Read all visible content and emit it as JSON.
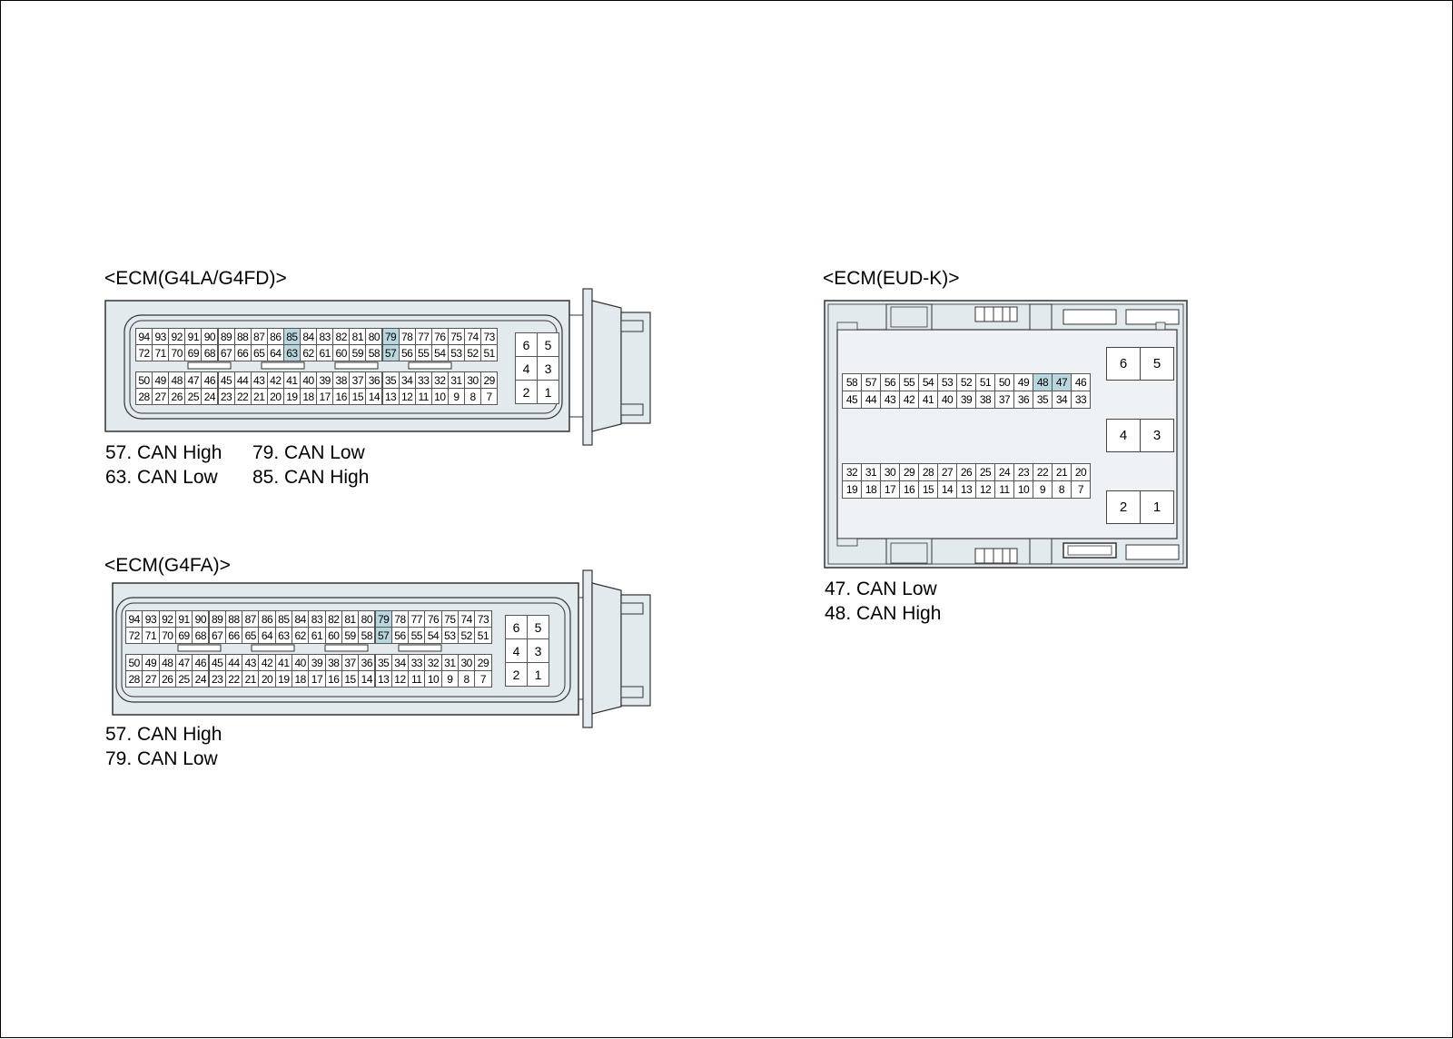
{
  "connectors": [
    {
      "id": "g4la",
      "title": "<ECM(G4LA/G4FD)>",
      "highlighted_pins": [
        "57",
        "63",
        "79",
        "85"
      ],
      "pin_rows": [
        [
          "94",
          "93",
          "92",
          "91",
          "90",
          "89",
          "88",
          "87",
          "86",
          "85",
          "84",
          "83",
          "82",
          "81",
          "80",
          "79",
          "78",
          "77",
          "76",
          "75",
          "74",
          "73"
        ],
        [
          "72",
          "71",
          "70",
          "69",
          "68",
          "67",
          "66",
          "65",
          "64",
          "63",
          "62",
          "61",
          "60",
          "59",
          "58",
          "57",
          "56",
          "55",
          "54",
          "53",
          "52",
          "51"
        ],
        [
          "50",
          "49",
          "48",
          "47",
          "46",
          "45",
          "44",
          "43",
          "42",
          "41",
          "40",
          "39",
          "38",
          "37",
          "36",
          "35",
          "34",
          "33",
          "32",
          "31",
          "30",
          "29"
        ],
        [
          "28",
          "27",
          "26",
          "25",
          "24",
          "23",
          "22",
          "21",
          "20",
          "19",
          "18",
          "17",
          "16",
          "15",
          "14",
          "13",
          "12",
          "11",
          "10",
          "9",
          "8",
          "7"
        ]
      ],
      "power_pins": [
        [
          "6",
          "5"
        ],
        [
          "4",
          "3"
        ],
        [
          "2",
          "1"
        ]
      ],
      "legend": [
        [
          "57. CAN High",
          "79. CAN Low"
        ],
        [
          "63. CAN Low",
          "85. CAN High"
        ]
      ]
    },
    {
      "id": "g4fa",
      "title": "<ECM(G4FA)>",
      "highlighted_pins": [
        "57",
        "79"
      ],
      "pin_rows": [
        [
          "94",
          "93",
          "92",
          "91",
          "90",
          "89",
          "88",
          "87",
          "86",
          "85",
          "84",
          "83",
          "82",
          "81",
          "80",
          "79",
          "78",
          "77",
          "76",
          "75",
          "74",
          "73"
        ],
        [
          "72",
          "71",
          "70",
          "69",
          "68",
          "67",
          "66",
          "65",
          "64",
          "63",
          "62",
          "61",
          "60",
          "59",
          "58",
          "57",
          "56",
          "55",
          "54",
          "53",
          "52",
          "51"
        ],
        [
          "50",
          "49",
          "48",
          "47",
          "46",
          "45",
          "44",
          "43",
          "42",
          "41",
          "40",
          "39",
          "38",
          "37",
          "36",
          "35",
          "34",
          "33",
          "32",
          "31",
          "30",
          "29"
        ],
        [
          "28",
          "27",
          "26",
          "25",
          "24",
          "23",
          "22",
          "21",
          "20",
          "19",
          "18",
          "17",
          "16",
          "15",
          "14",
          "13",
          "12",
          "11",
          "10",
          "9",
          "8",
          "7"
        ]
      ],
      "power_pins": [
        [
          "6",
          "5"
        ],
        [
          "4",
          "3"
        ],
        [
          "2",
          "1"
        ]
      ],
      "legend": [
        [
          "57. CAN High"
        ],
        [
          "79. CAN Low"
        ]
      ]
    },
    {
      "id": "eudk",
      "title": "<ECM(EUD-K)>",
      "highlighted_pins": [
        "47",
        "48"
      ],
      "pin_rows": [
        [
          "58",
          "57",
          "56",
          "55",
          "54",
          "53",
          "52",
          "51",
          "50",
          "49",
          "48",
          "47",
          "46"
        ],
        [
          "45",
          "44",
          "43",
          "42",
          "41",
          "40",
          "39",
          "38",
          "37",
          "36",
          "35",
          "34",
          "33"
        ],
        [
          "32",
          "31",
          "30",
          "29",
          "28",
          "27",
          "26",
          "25",
          "24",
          "23",
          "22",
          "21",
          "20"
        ],
        [
          "19",
          "18",
          "17",
          "16",
          "15",
          "14",
          "13",
          "12",
          "11",
          "10",
          "9",
          "8",
          "7"
        ]
      ],
      "power_pins": [
        [
          "6",
          "5"
        ],
        [
          "4",
          "3"
        ],
        [
          "2",
          "1"
        ]
      ],
      "legend": [
        [
          "47. CAN Low"
        ],
        [
          "48. CAN High"
        ]
      ]
    }
  ]
}
